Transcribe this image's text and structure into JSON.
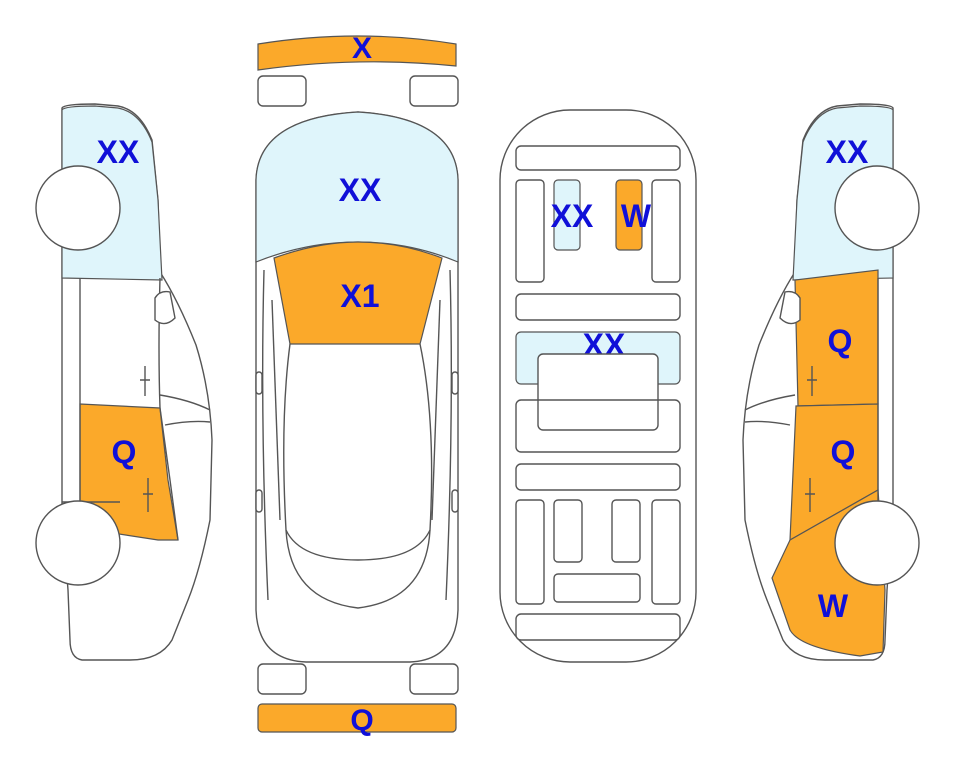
{
  "colors": {
    "damage": "#FBA92A",
    "glass": "#DFF5FB",
    "label": "#1010D8",
    "outline": "#555555"
  },
  "labels": {
    "front_bumper": "X",
    "windshield": "XX",
    "hood": "X1",
    "rear_bumper": "Q",
    "interior_rear_left": "XX",
    "interior_rear_right": "W",
    "interior_mid": "XX",
    "left_glass": "XX",
    "left_rear_door": "Q",
    "right_glass": "XX",
    "right_rear_door": "Q",
    "right_front_door": "Q",
    "right_front_fender": "W"
  }
}
